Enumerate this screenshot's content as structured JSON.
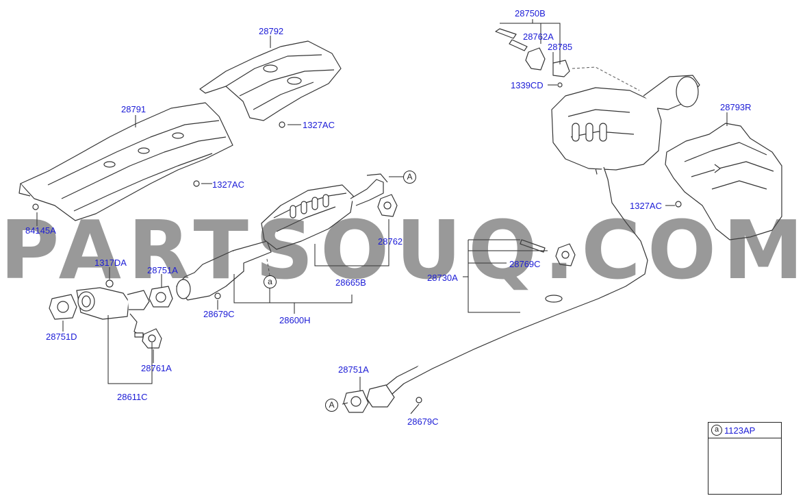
{
  "watermark": "PARTSOUQ.COM",
  "callouts": {
    "A": "A",
    "a": "a"
  },
  "legend": {
    "symbol": "a",
    "code": "1123AP"
  },
  "labels": {
    "p28792": "28792",
    "p28791": "28791",
    "p1327AC_a": "1327AC",
    "p1327AC_b": "1327AC",
    "p1327AC_c": "1327AC",
    "p84145A": "84145A",
    "p1317DA": "1317DA",
    "p28751A_a": "28751A",
    "p28751A_b": "28751A",
    "p28751D": "28751D",
    "p28761A": "28761A",
    "p28611C": "28611C",
    "p28679C_a": "28679C",
    "p28679C_b": "28679C",
    "p28600H": "28600H",
    "p28665B": "28665B",
    "p28762": "28762",
    "p28750B": "28750B",
    "p28762A": "28762A",
    "p28785": "28785",
    "p1339CD": "1339CD",
    "p28793R": "28793R",
    "p28769C": "28769C",
    "p28730A": "28730A"
  }
}
